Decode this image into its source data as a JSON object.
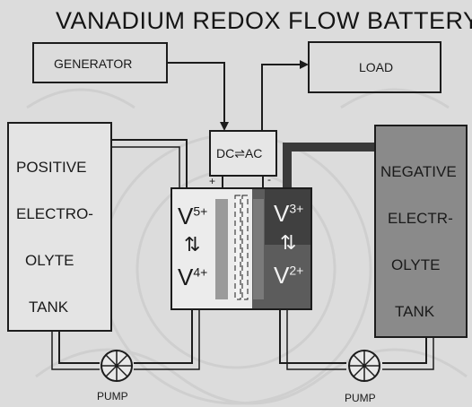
{
  "title": "VANADIUM REDOX FLOW BATTERY",
  "generator_label": "GENERATOR",
  "load_label": "LOAD",
  "converter_label": "DC⇌AC",
  "positive_tank_lines": [
    "POSITIVE",
    "ELECTRO-",
    "OLYTE",
    "TANK"
  ],
  "negative_tank_lines": [
    "NEGATIVE",
    "ELECTR-",
    "OLYTE",
    "TANK"
  ],
  "cell": {
    "left_ion_top_base": "V",
    "left_ion_top_sup": "5+",
    "left_ion_bottom_base": "V",
    "left_ion_bottom_sup": "4+",
    "right_ion_top_base": "V",
    "right_ion_top_sup": "3+",
    "right_ion_bottom_base": "V",
    "right_ion_bottom_sup": "2+",
    "plus_sign": "+",
    "minus_sign": "-"
  },
  "pump_left_label": "PUMP",
  "pump_right_label": "PUMP",
  "colors": {
    "background": "#dcdcdc",
    "line": "#1c1c1c",
    "dark_wire": "#3a3a3a",
    "negative_tank_fill": "#8a8a8a",
    "cell_right_dark": "#404040",
    "cell_mid_gray": "#8f8f8f"
  }
}
